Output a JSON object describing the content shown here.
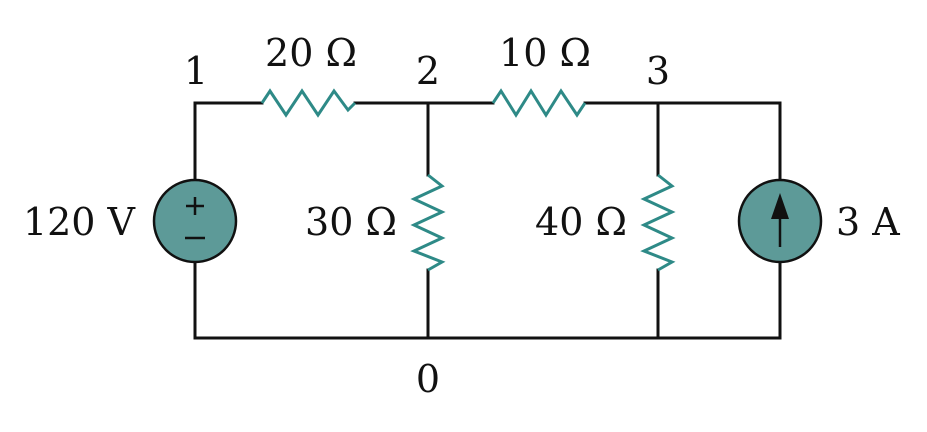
{
  "nodes": {
    "n1": "1",
    "n2": "2",
    "n3": "3",
    "n0": "0"
  },
  "components": {
    "r_20": "20 Ω",
    "r_10": "10 Ω",
    "r_30": "30 Ω",
    "r_40": "40 Ω",
    "voltage_source": "120 V",
    "current_source": "3 A"
  },
  "colors": {
    "resistor": "#2e8a87",
    "source_fill": "#5d9a98",
    "wire": "#111111"
  }
}
